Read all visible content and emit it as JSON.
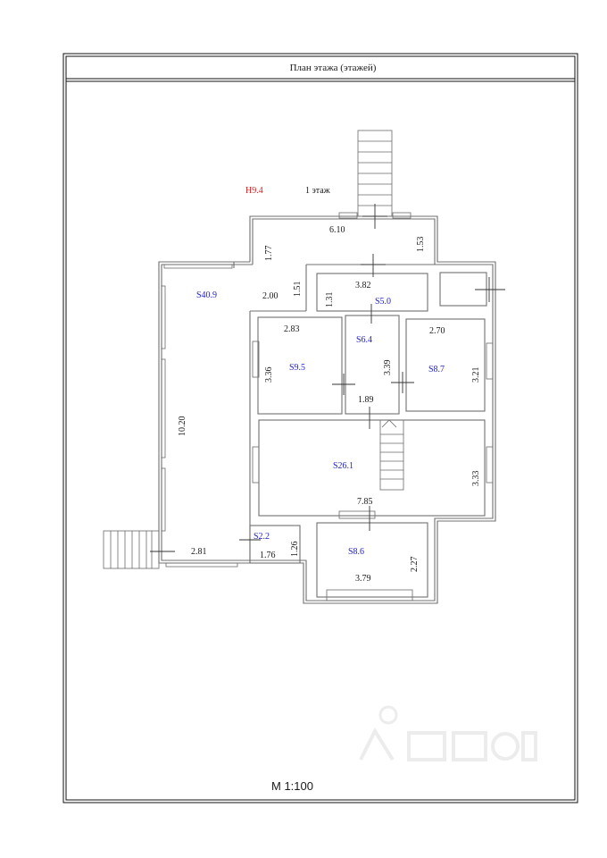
{
  "sheet": {
    "title": "План этажа (этажей)",
    "floor_label": "1 этаж",
    "height_label": "H9.4",
    "scale": "М 1:100",
    "colors": {
      "area_text": "#2323c8",
      "height_text": "#d42020",
      "dim_text": "#1a1a1a"
    }
  },
  "rooms": [
    {
      "id": "r1",
      "area": "S40.9"
    },
    {
      "id": "r2",
      "area": "S5.0"
    },
    {
      "id": "r3",
      "area": "S6.4"
    },
    {
      "id": "r4",
      "area": "S9.5"
    },
    {
      "id": "r5",
      "area": "S8.7"
    },
    {
      "id": "r6",
      "area": "S26.1"
    },
    {
      "id": "r7",
      "area": "S2.2"
    },
    {
      "id": "r8",
      "area": "S8.6"
    }
  ],
  "dimensions": [
    "6.10",
    "1.77",
    "1.53",
    "2.00",
    "1.51",
    "1.31",
    "3.82",
    "2.83",
    "3.36",
    "3.39",
    "2.70",
    "3.21",
    "1.89",
    "10.20",
    "3.33",
    "7.85",
    "2.81",
    "1.76",
    "1.26",
    "3.79",
    "2.27"
  ]
}
